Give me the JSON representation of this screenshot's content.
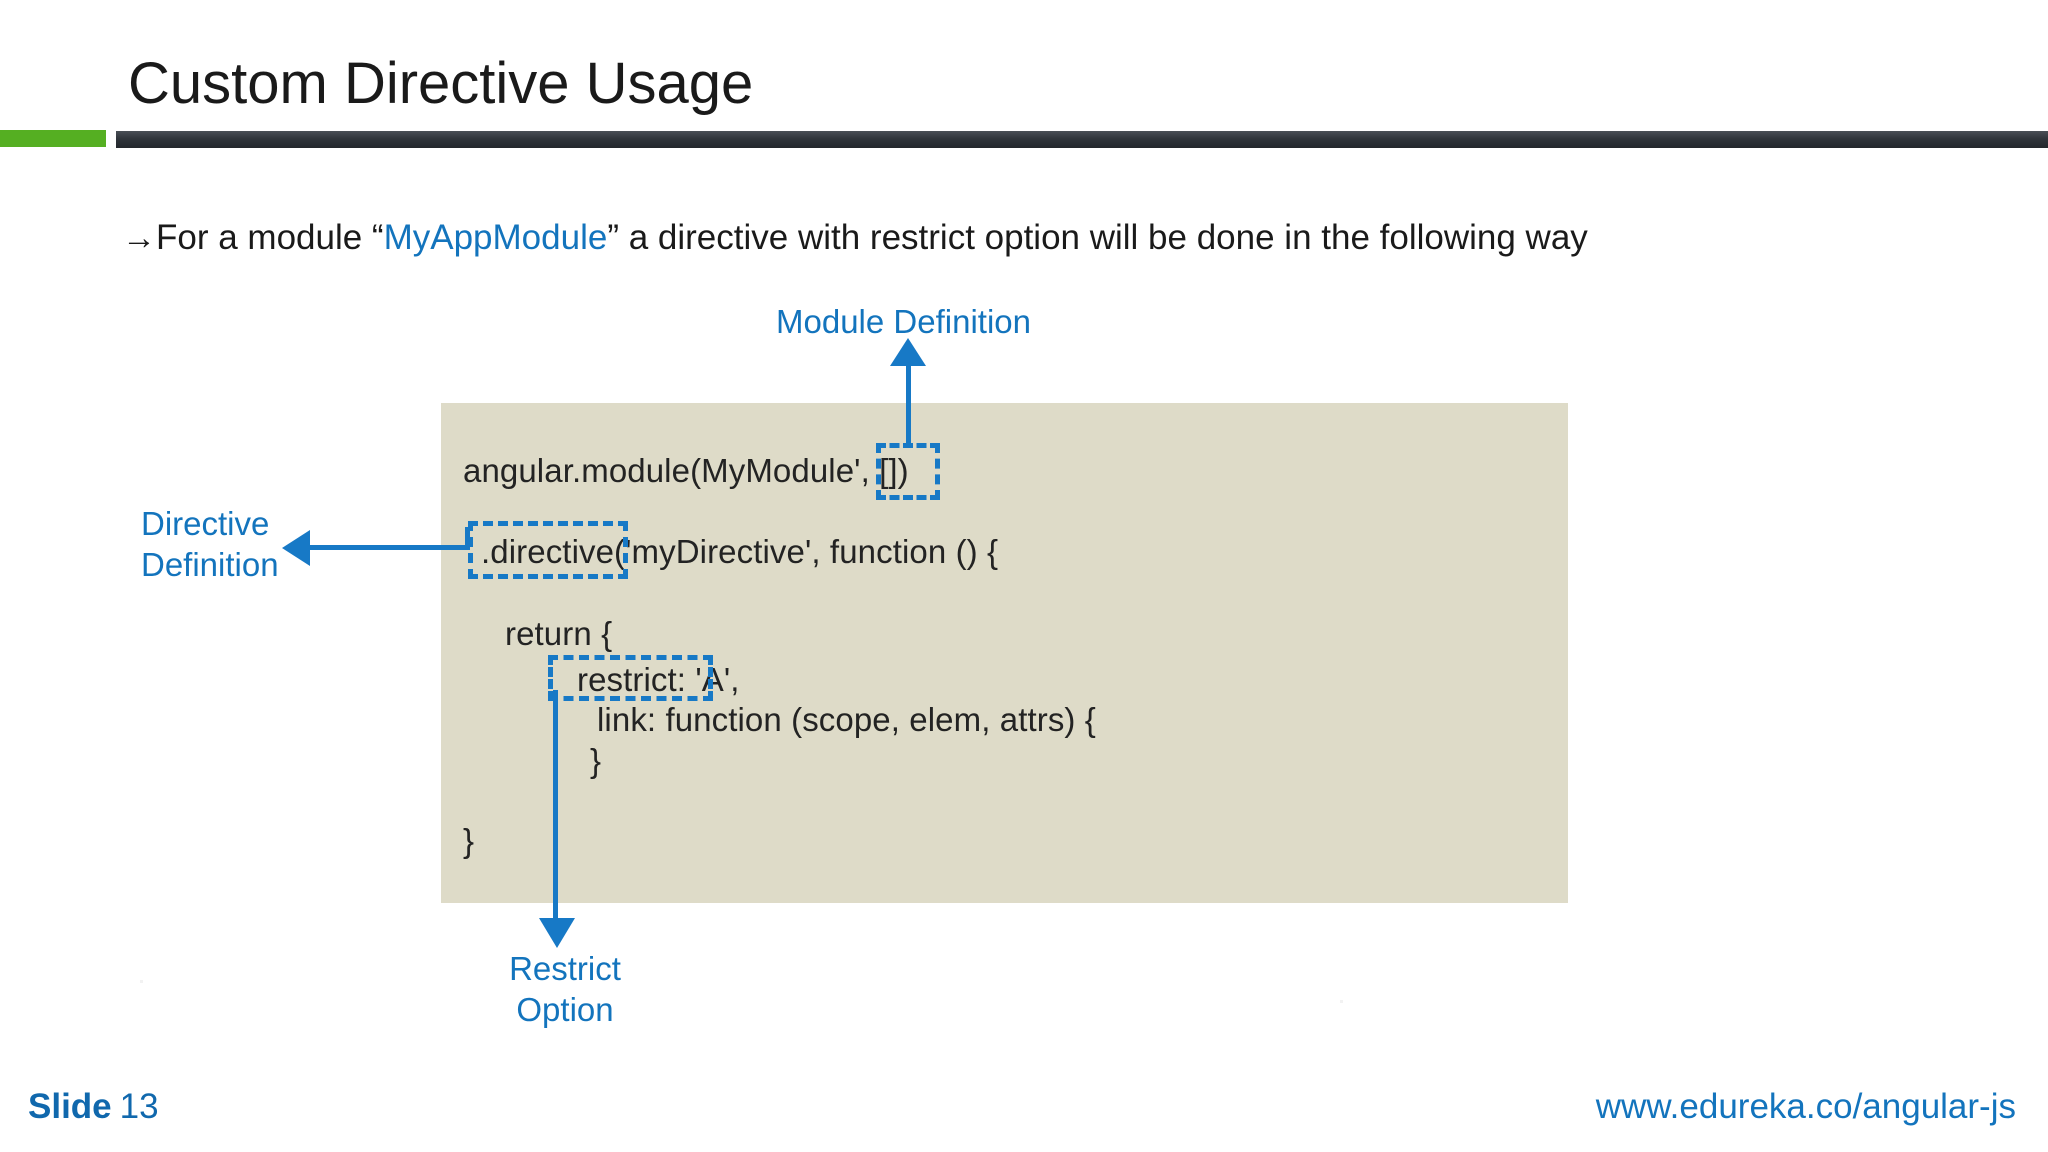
{
  "slide": {
    "title": "Custom Directive Usage",
    "accent_green": "#55af22",
    "accent_dark": "#2b3036",
    "accent_blue": "#1374BD",
    "code_panel_bg": "#dedbc8"
  },
  "bullet": {
    "arrow_glyph": "→",
    "text_before": "For a module “",
    "highlight": "MyAppModule",
    "text_after": "” a directive with restrict option will be done in the following way"
  },
  "code": {
    "lines": [
      "angular.module(MyModule', [])",
      ".directive('myDirective', function () {",
      "return {",
      "restrict: 'A',",
      "link: function (scope, elem, attrs) {",
      "}",
      "}"
    ]
  },
  "callouts": {
    "module_definition": "Module Definition",
    "directive_definition": "Directive\nDefinition",
    "restrict_option": "Restrict\nOption"
  },
  "highlight_boxes": {
    "module": "[])",
    "directive": ".directive(",
    "restrict": "restrict: "
  },
  "footer": {
    "slide_label": "Slide",
    "slide_number": "13",
    "url": "www.edureka.co/angular-js"
  }
}
